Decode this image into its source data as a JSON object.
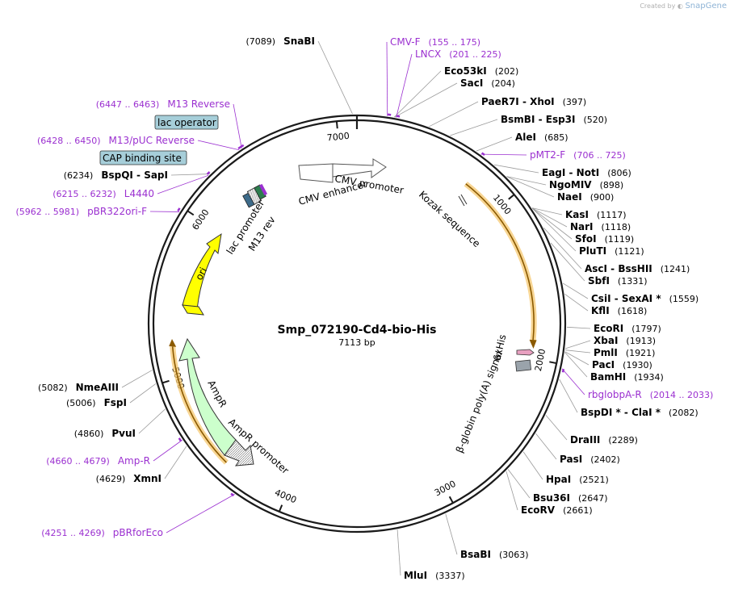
{
  "watermark": {
    "prefix": "Created by",
    "brand": "SnapGene"
  },
  "plasmid": {
    "name": "Smp_072190-Cd4-bio-His",
    "length_label": "7113 bp",
    "length": 7113
  },
  "colors": {
    "primer": "#9b30d0",
    "enzyme": "#000000",
    "backbone": "#1a1a1a",
    "ori": "#ffff00",
    "ampr": "#ccffcc",
    "cmv": "#ffffff",
    "orf_highlight": "#f0b840",
    "orf_arrow": "#8b5a00"
  },
  "ticks": [
    {
      "pos": 1000,
      "label": "1000"
    },
    {
      "pos": 2000,
      "label": "2000"
    },
    {
      "pos": 3000,
      "label": "3000"
    },
    {
      "pos": 4000,
      "label": "4000"
    },
    {
      "pos": 5000,
      "label": "5000"
    },
    {
      "pos": 6000,
      "label": "6000"
    },
    {
      "pos": 7000,
      "label": "7000"
    }
  ],
  "features": [
    {
      "name": "CMV enhancer",
      "kind": "cmv"
    },
    {
      "name": "CMV promoter",
      "kind": "cmv"
    },
    {
      "name": "Kozak sequence",
      "kind": "kozak"
    },
    {
      "name": "6xHis",
      "kind": "his"
    },
    {
      "name": "β-globin poly(A) signal",
      "kind": "polya"
    },
    {
      "name": "AmpR",
      "kind": "ampr"
    },
    {
      "name": "AmpR promoter",
      "kind": "amprp"
    },
    {
      "name": "ori",
      "kind": "ori"
    },
    {
      "name": "lac promoter",
      "kind": "lacp"
    },
    {
      "name": "M13 rev",
      "kind": "m13rev"
    }
  ],
  "boxed_labels": [
    {
      "text": "lac operator"
    },
    {
      "text": "CAP binding site"
    }
  ],
  "primers": [
    {
      "name": "CMV-F",
      "range": "(155 .. 175)"
    },
    {
      "name": "LNCX",
      "range": "(201 .. 225)"
    },
    {
      "name": "pMT2-F",
      "range": "(706 .. 725)"
    },
    {
      "name": "rbglobpA-R",
      "range": "(2014 .. 2033)"
    },
    {
      "name": "Amp-R",
      "range": "(4660 .. 4679)"
    },
    {
      "name": "pBRforEco",
      "range": "(4251 .. 4269)"
    },
    {
      "name": "pBR322ori-F",
      "range": "(5962 .. 5981)"
    },
    {
      "name": "L4440",
      "range": "(6215 .. 6232)"
    },
    {
      "name": "M13/pUC Reverse",
      "range": "(6428 .. 6450)"
    },
    {
      "name": "M13 Reverse",
      "range": "(6447 .. 6463)"
    }
  ],
  "enzymes": [
    {
      "name": "SnaBI",
      "pos": "(7089)"
    },
    {
      "name": "Eco53kI",
      "pos": "(202)"
    },
    {
      "name": "SacI",
      "pos": "(204)"
    },
    {
      "name": "PaeR7I - XhoI",
      "pos": "(397)"
    },
    {
      "name": "BsmBI - Esp3I",
      "pos": "(520)"
    },
    {
      "name": "AleI",
      "pos": "(685)"
    },
    {
      "name": "EagI - NotI",
      "pos": "(806)"
    },
    {
      "name": "NgoMIV",
      "pos": "(898)"
    },
    {
      "name": "NaeI",
      "pos": "(900)"
    },
    {
      "name": "KasI",
      "pos": "(1117)"
    },
    {
      "name": "NarI",
      "pos": "(1118)"
    },
    {
      "name": "SfoI",
      "pos": "(1119)"
    },
    {
      "name": "PluTI",
      "pos": "(1121)"
    },
    {
      "name": "AscI - BssHII",
      "pos": "(1241)"
    },
    {
      "name": "SbfI",
      "pos": "(1331)"
    },
    {
      "name": "CsiI - SexAI *",
      "pos": "(1559)"
    },
    {
      "name": "KflI",
      "pos": "(1618)"
    },
    {
      "name": "EcoRI",
      "pos": "(1797)"
    },
    {
      "name": "XbaI",
      "pos": "(1913)"
    },
    {
      "name": "PmlI",
      "pos": "(1921)"
    },
    {
      "name": "PacI",
      "pos": "(1930)"
    },
    {
      "name": "BamHI",
      "pos": "(1934)"
    },
    {
      "name": "BspDI * - ClaI *",
      "pos": "(2082)"
    },
    {
      "name": "DraIII",
      "pos": "(2289)"
    },
    {
      "name": "PasI",
      "pos": "(2402)"
    },
    {
      "name": "HpaI",
      "pos": "(2521)"
    },
    {
      "name": "Bsu36I",
      "pos": "(2647)"
    },
    {
      "name": "EcoRV",
      "pos": "(2661)"
    },
    {
      "name": "BsaBI",
      "pos": "(3063)"
    },
    {
      "name": "MluI",
      "pos": "(3337)"
    },
    {
      "name": "XmnI",
      "pos": "(4629)"
    },
    {
      "name": "PvuI",
      "pos": "(4860)"
    },
    {
      "name": "FspI",
      "pos": "(5006)"
    },
    {
      "name": "NmeAIII",
      "pos": "(5082)"
    },
    {
      "name": "BspQI - SapI",
      "pos": "(6234)"
    }
  ]
}
